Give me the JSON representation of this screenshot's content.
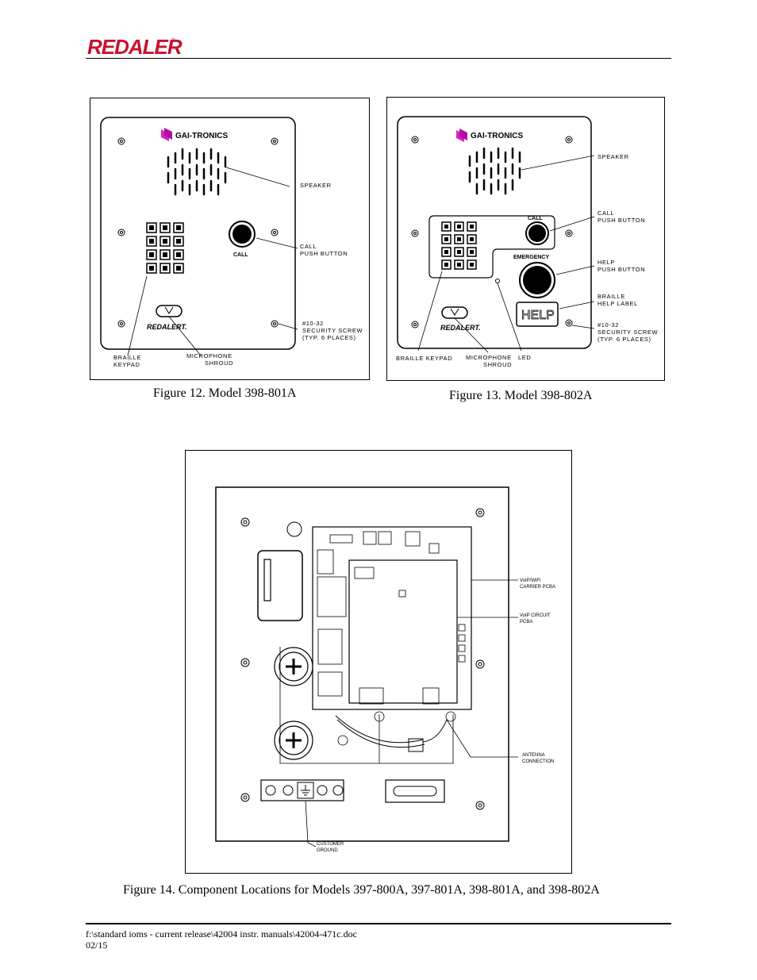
{
  "header": {
    "logo_text": "REDALERT",
    "trademark": "®"
  },
  "figure12": {
    "caption": "Figure 12.  Model 398-801A",
    "brand": "GAI-TRONICS",
    "call_label": "CALL",
    "logo_text": "REDALERT.",
    "callouts": {
      "speaker": "SPEAKER",
      "call_push_button": [
        "CALL",
        "PUSH BUTTON"
      ],
      "security_screw": [
        "#10-32",
        "SECURITY SCREW",
        "(TYP. 6 PLACES)"
      ],
      "braille_keypad": [
        "BRAILLE",
        "KEYPAD"
      ],
      "microphone_shroud": [
        "MICROPHONE",
        "SHROUD"
      ]
    }
  },
  "figure13": {
    "caption": "Figure 13.  Model 398-802A",
    "brand": "GAI-TRONICS",
    "call_label": "CALL",
    "emergency_label": "EMERGENCY",
    "help_label": "HELP",
    "logo_text": "REDALERT.",
    "callouts": {
      "speaker": "SPEAKER",
      "call_push_button": [
        "CALL",
        "PUSH BUTTON"
      ],
      "help_push_button": [
        "HELP",
        "PUSH BUTTON"
      ],
      "braille_help_label": [
        "BRAILLE",
        "HELP LABEL"
      ],
      "security_screw": [
        "#10-32",
        "SECURITY SCREW",
        "(TYP. 6 PLACES)"
      ],
      "braille_keypad": "BRAILLE KEYPAD",
      "microphone_shroud": [
        "MICROPHONE",
        "SHROUD"
      ],
      "led": "LED"
    }
  },
  "figure14": {
    "caption": "Figure 14.  Component Locations for Models 397-800A, 397-801A, 398-801A, and 398-802A",
    "callouts": {
      "voip_carrier": [
        "VoIP/WiFi",
        "CARRIER PCBA"
      ],
      "voip_circuit": [
        "VoIP CIRCUIT",
        "PCBA"
      ],
      "antenna": [
        "ANTENNA",
        "CONNECTION"
      ],
      "customer_ground": [
        "CUSTOMER",
        "GROUND"
      ]
    }
  },
  "footer": {
    "path": "f:\\standard ioms - current release\\42004 instr. manuals\\42004-471c.doc",
    "date": "02/15"
  }
}
